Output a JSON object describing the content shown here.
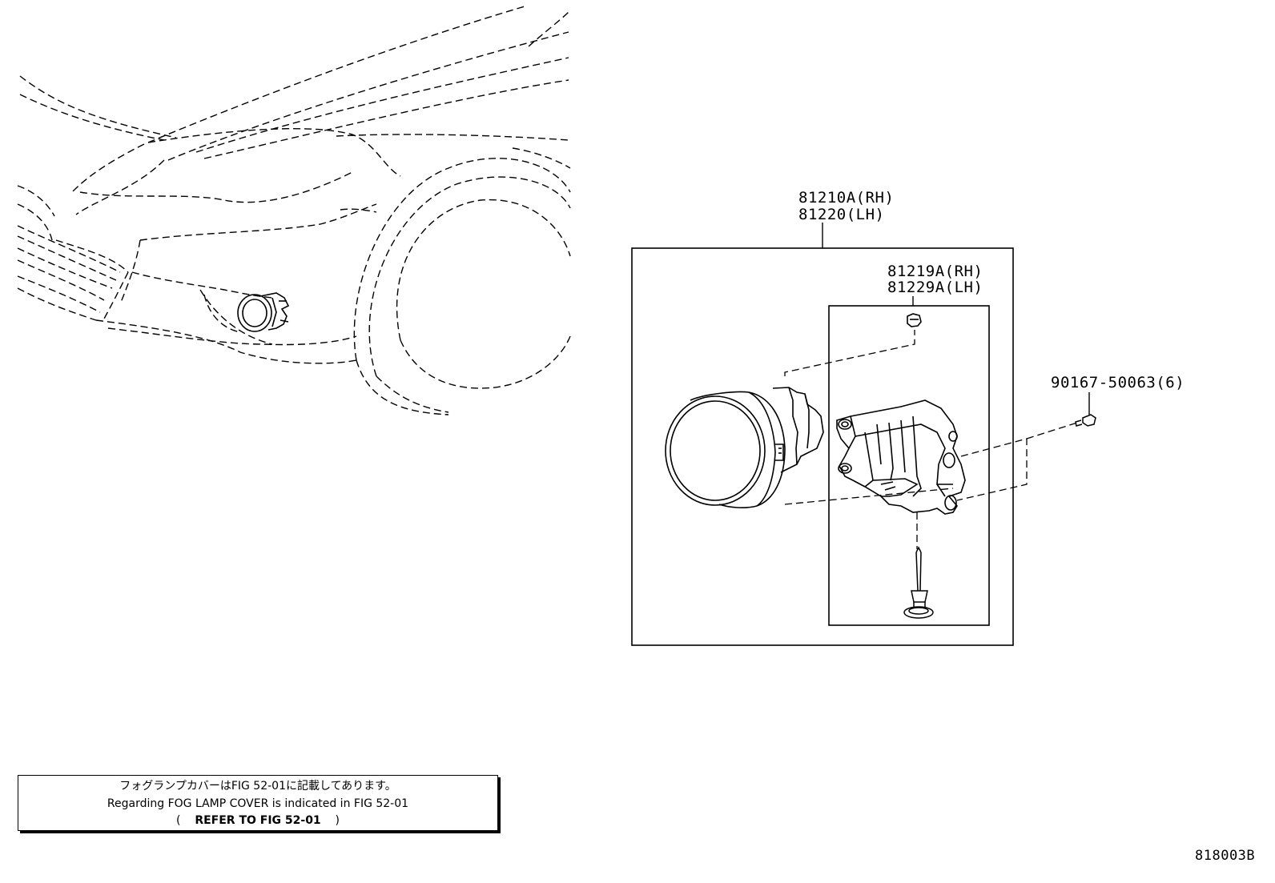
{
  "callouts": {
    "assembly_rh": "81210A(RH)",
    "assembly_lh": "81220(LH)",
    "bracket_rh": "81219A(RH)",
    "bracket_lh": "81229A(LH)",
    "screw": "90167-50063(6)"
  },
  "note": {
    "line_jp": "フォグランプカバーはFIG 52-01に記載してあります。",
    "line_en": "Regarding FOG LAMP COVER is indicated in FIG 52-01",
    "line_ref_open": "(",
    "line_ref": "REFER TO FIG 52-01",
    "line_ref_close": ")"
  },
  "figure_id": "818003B"
}
